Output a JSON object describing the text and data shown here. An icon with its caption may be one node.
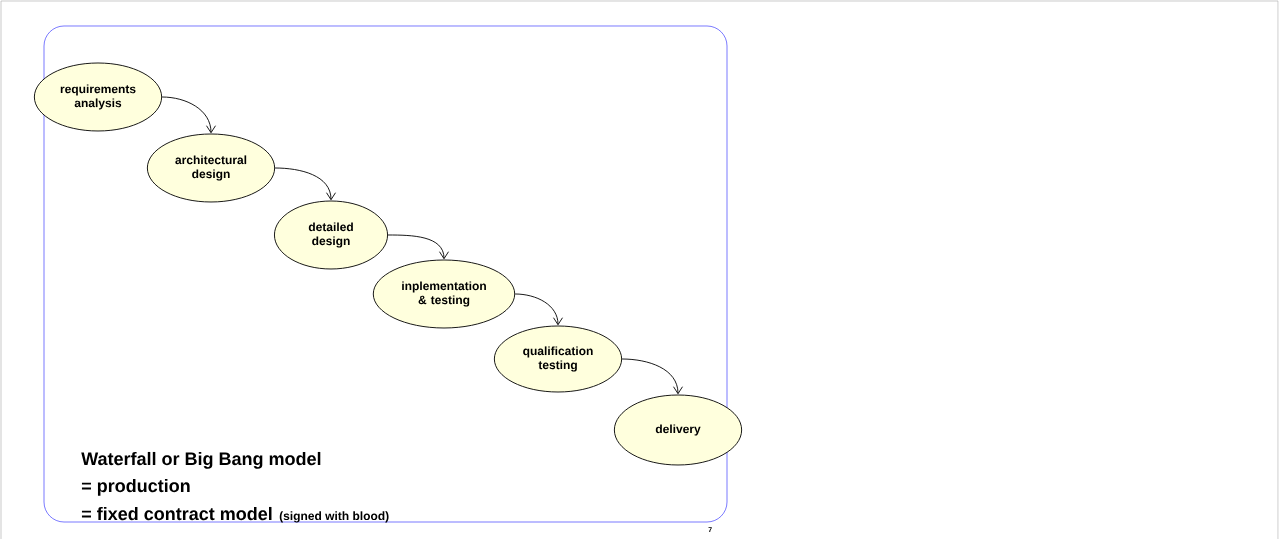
{
  "diagram": {
    "nodes": [
      {
        "text": [
          "requirements analysis"
        ]
      },
      {
        "text": [
          "architectural design"
        ]
      },
      {
        "text": [
          "detailed design"
        ]
      },
      {
        "text": [
          "inplementation & testing"
        ]
      },
      {
        "text": [
          "qualification testing"
        ]
      },
      {
        "text": [
          "delivery"
        ]
      }
    ],
    "edges": [
      {
        "from": 0,
        "to": 1,
        "arrow": "to"
      },
      {
        "from": 1,
        "to": 2,
        "arrow": "to"
      },
      {
        "from": 2,
        "to": 3,
        "arrow": "to"
      },
      {
        "from": 3,
        "to": 4,
        "arrow": "to"
      },
      {
        "from": 4,
        "to": 5,
        "arrow": "to"
      }
    ],
    "labels": [
      "Waterfall or Big Bang model",
      "= production",
      "= fixed contract model",
      "(signed with blood)",
      "7"
    ]
  }
}
